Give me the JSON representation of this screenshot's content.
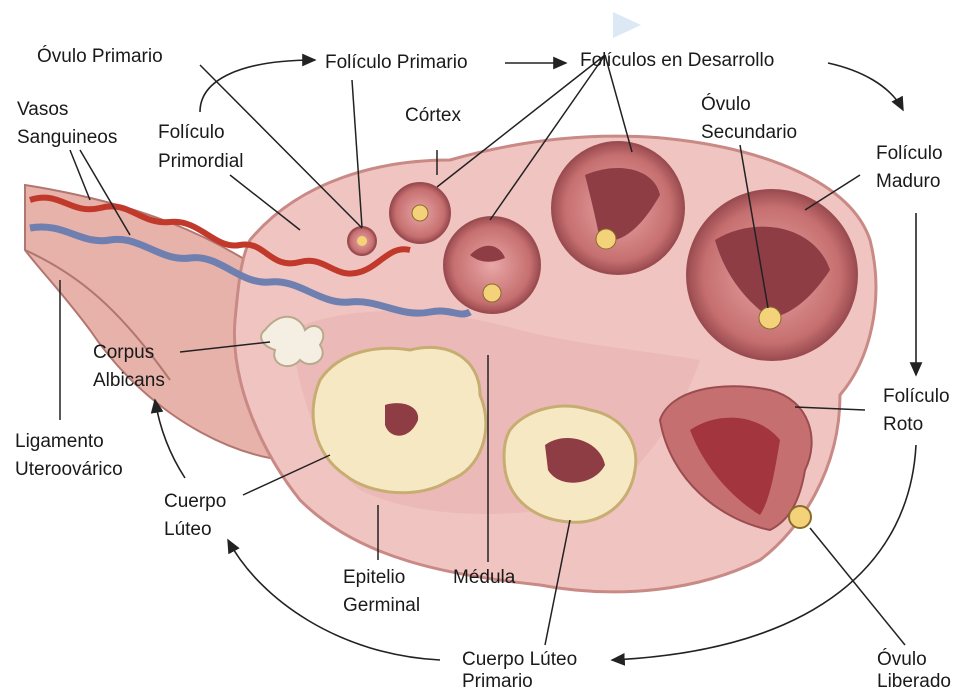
{
  "labels": {
    "ovulo_primario": "Óvulo Primario",
    "foliculo_primario": "Folículo Primario",
    "foliculos_desarrollo": "Folículos en Desarrollo",
    "vasos_1": "Vasos",
    "vasos_2": "Sanguineos",
    "primordial_1": "Folículo",
    "primordial_2": "Primordial",
    "cortex": "Córtex",
    "ovulo_sec_1": "Óvulo",
    "ovulo_sec_2": "Secundario",
    "maduro_1": "Folículo",
    "maduro_2": "Maduro",
    "corpus_1": "Corpus",
    "corpus_2": "Albicans",
    "ligamento_1": "Ligamento",
    "ligamento_2": "Uteroovárico",
    "roto_1": "Folículo",
    "roto_2": "Roto",
    "luteo_1": "Cuerpo",
    "luteo_2": "Lúteo",
    "epitelio_1": "Epitelio",
    "epitelio_2": "Germinal",
    "medula": "Médula",
    "luteo_prim_1": "Cuerpo Lúteo",
    "luteo_prim_2": "Primario",
    "liberado_1": "Óvulo",
    "liberado_2": "Liberado"
  },
  "colors": {
    "ovary_fill": "#f0c4c0",
    "ovary_edge": "#c98a86",
    "follicle_wall": "#c66f70",
    "antrum": "#8e3d45",
    "oocyte": "#f4d27a",
    "corpus": "#f6e8c2",
    "artery": "#c0392b",
    "vein": "#6f7fb0",
    "ligament": "#e0a8a0"
  }
}
